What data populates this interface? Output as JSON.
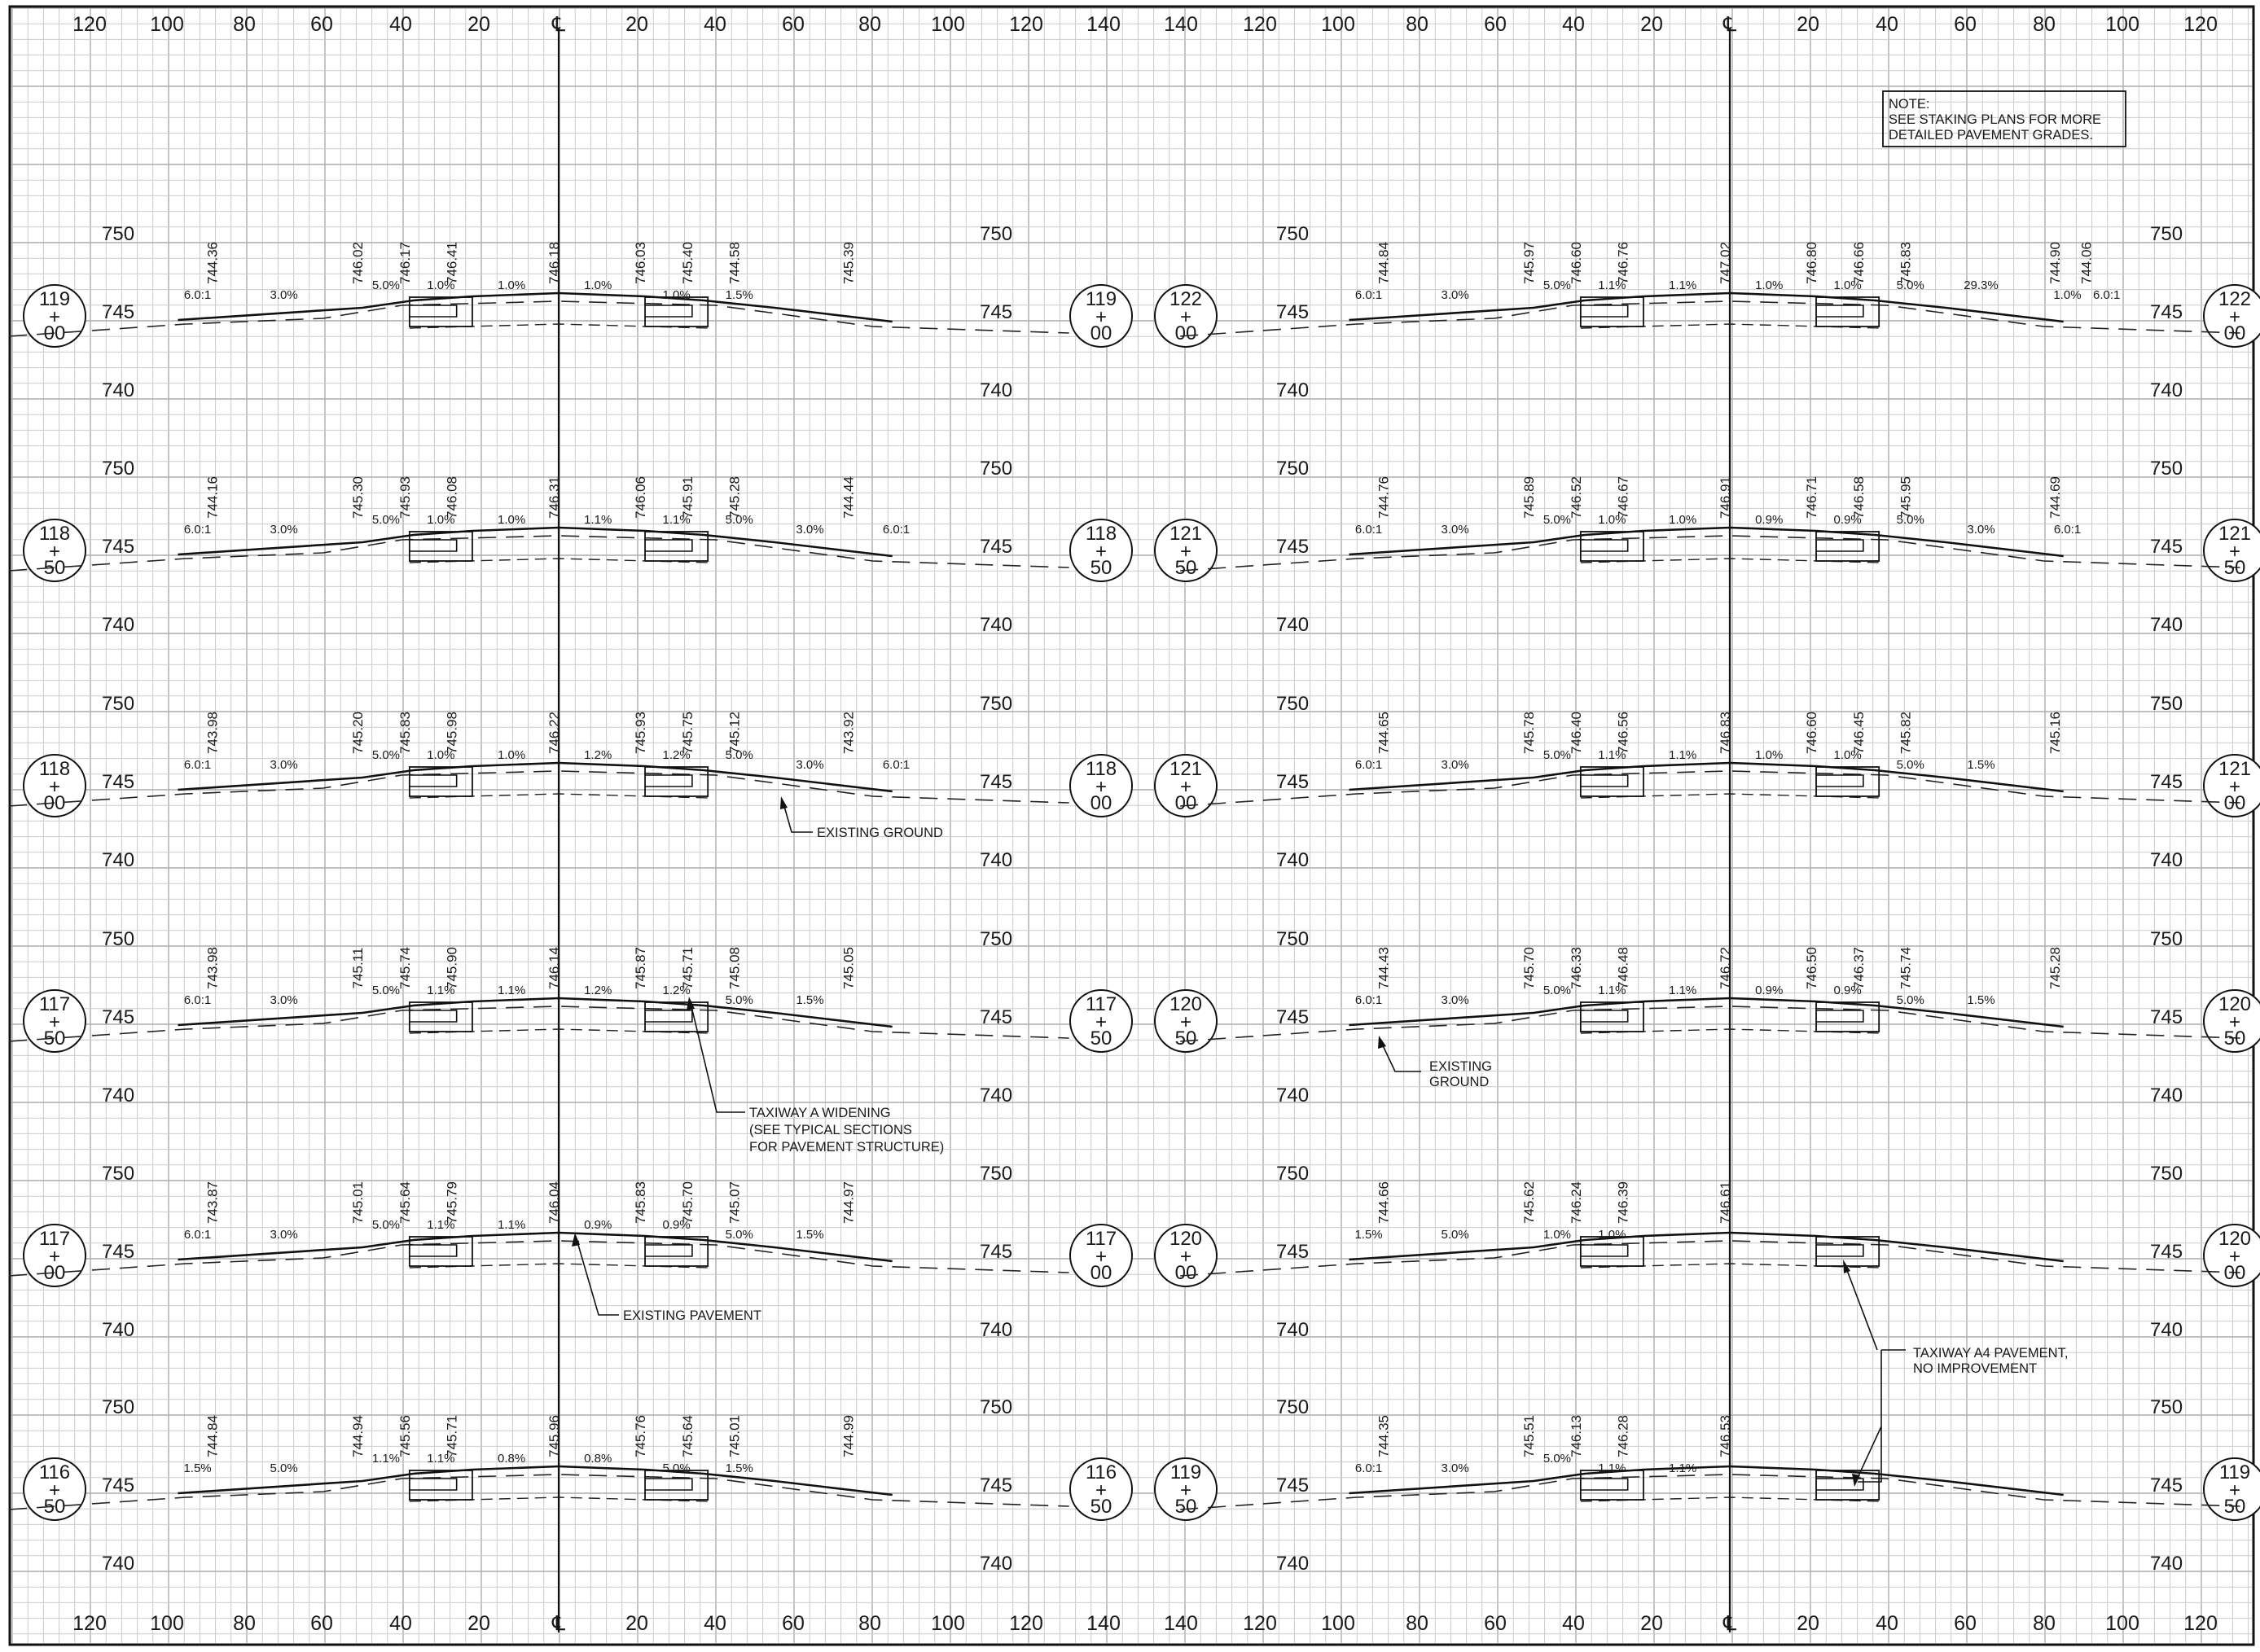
{
  "offset_scale": {
    "left_panel": [
      "120",
      "100",
      "80",
      "60",
      "40",
      "20",
      "℄",
      "20",
      "40",
      "60",
      "80",
      "100",
      "120",
      "140"
    ],
    "right_panel": [
      "140",
      "120",
      "100",
      "80",
      "60",
      "40",
      "20",
      "℄",
      "20",
      "40",
      "60",
      "80",
      "100",
      "120"
    ]
  },
  "elevation_ticks": [
    "750",
    "745",
    "740"
  ],
  "note_box": {
    "lines": [
      "NOTE:",
      "SEE STAKING PLANS FOR MORE",
      "DETAILED PAVEMENT GRADES."
    ]
  },
  "callouts": {
    "existing_ground_left": [
      "EXISTING GROUND"
    ],
    "taxiway_a_widening": [
      "TAXIWAY A WIDENING",
      "(SEE TYPICAL SECTIONS",
      "FOR PAVEMENT STRUCTURE)"
    ],
    "existing_pavement": [
      "EXISTING PAVEMENT"
    ],
    "existing_ground_right": [
      "EXISTING",
      "GROUND"
    ],
    "taxiway_a4": [
      "TAXIWAY A4 PAVEMENT,",
      "NO IMPROVEMENT"
    ]
  },
  "sections_left": [
    {
      "station": [
        "119",
        "+",
        "00"
      ],
      "spot_elevations": [
        "744.36",
        "746.02",
        "746.17",
        "746.41",
        "746.18",
        "746.03",
        "745.40",
        "744.58",
        "745.39"
      ],
      "slopes": [
        "6.0:1",
        "3.0%",
        "5.0%",
        "1.0%",
        "1.0%",
        "1.0%",
        "1.0%",
        "1.5%"
      ]
    },
    {
      "station": [
        "118",
        "+",
        "50"
      ],
      "spot_elevations": [
        "744.16",
        "745.30",
        "745.93",
        "746.08",
        "746.31",
        "746.06",
        "745.91",
        "745.28",
        "744.44"
      ],
      "slopes": [
        "6.0:1",
        "3.0%",
        "5.0%",
        "1.0%",
        "1.0%",
        "1.1%",
        "1.1%",
        "5.0%",
        "3.0%",
        "6.0:1"
      ]
    },
    {
      "station": [
        "118",
        "+",
        "00"
      ],
      "spot_elevations": [
        "743.98",
        "745.20",
        "745.83",
        "745.98",
        "746.22",
        "745.93",
        "745.75",
        "745.12",
        "743.92"
      ],
      "slopes": [
        "6.0:1",
        "3.0%",
        "5.0%",
        "1.0%",
        "1.0%",
        "1.2%",
        "1.2%",
        "5.0%",
        "3.0%",
        "6.0:1"
      ]
    },
    {
      "station": [
        "117",
        "+",
        "50"
      ],
      "spot_elevations": [
        "743.98",
        "745.11",
        "745.74",
        "745.90",
        "746.14",
        "745.87",
        "745.71",
        "745.08",
        "745.05"
      ],
      "slopes": [
        "6.0:1",
        "3.0%",
        "5.0%",
        "1.1%",
        "1.1%",
        "1.2%",
        "1.2%",
        "5.0%",
        "1.5%"
      ]
    },
    {
      "station": [
        "117",
        "+",
        "00"
      ],
      "spot_elevations": [
        "743.87",
        "745.01",
        "745.64",
        "745.79",
        "746.04",
        "745.83",
        "745.70",
        "745.07",
        "744.97"
      ],
      "slopes": [
        "6.0:1",
        "3.0%",
        "5.0%",
        "1.1%",
        "1.1%",
        "0.9%",
        "0.9%",
        "5.0%",
        "1.5%"
      ]
    },
    {
      "station": [
        "116",
        "+",
        "50"
      ],
      "spot_elevations": [
        "744.84",
        "744.94",
        "745.56",
        "745.71",
        "745.96",
        "745.76",
        "745.64",
        "745.01",
        "744.99"
      ],
      "slopes": [
        "1.5%",
        "5.0%",
        "1.1%",
        "1.1%",
        "0.8%",
        "0.8%",
        "5.0%",
        "1.5%"
      ]
    }
  ],
  "sections_right": [
    {
      "station": [
        "122",
        "+",
        "00"
      ],
      "spot_elevations": [
        "744.84",
        "745.97",
        "746.60",
        "746.76",
        "747.02",
        "746.80",
        "746.66",
        "745.83",
        "744.90",
        "744.06"
      ],
      "slopes": [
        "6.0:1",
        "3.0%",
        "5.0%",
        "1.1%",
        "1.1%",
        "1.0%",
        "1.0%",
        "5.0%",
        "29.3%",
        "1.0%",
        "6.0:1"
      ]
    },
    {
      "station": [
        "121",
        "+",
        "50"
      ],
      "spot_elevations": [
        "744.76",
        "745.89",
        "746.52",
        "746.67",
        "746.91",
        "746.71",
        "746.58",
        "745.95",
        "744.69"
      ],
      "slopes": [
        "6.0:1",
        "3.0%",
        "5.0%",
        "1.0%",
        "1.0%",
        "0.9%",
        "0.9%",
        "5.0%",
        "3.0%",
        "6.0:1"
      ]
    },
    {
      "station": [
        "121",
        "+",
        "00"
      ],
      "spot_elevations": [
        "744.65",
        "745.78",
        "746.40",
        "746.56",
        "746.83",
        "746.60",
        "746.45",
        "745.82",
        "745.16"
      ],
      "slopes": [
        "6.0:1",
        "3.0%",
        "5.0%",
        "1.1%",
        "1.1%",
        "1.0%",
        "1.0%",
        "5.0%",
        "1.5%"
      ]
    },
    {
      "station": [
        "120",
        "+",
        "50"
      ],
      "spot_elevations": [
        "744.43",
        "745.70",
        "746.33",
        "746.48",
        "746.72",
        "746.50",
        "746.37",
        "745.74",
        "745.28"
      ],
      "slopes": [
        "6.0:1",
        "3.0%",
        "5.0%",
        "1.1%",
        "1.1%",
        "0.9%",
        "0.9%",
        "5.0%",
        "1.5%"
      ]
    },
    {
      "station": [
        "120",
        "+",
        "00"
      ],
      "spot_elevations": [
        "744.66",
        "745.62",
        "746.24",
        "746.39",
        "746.61"
      ],
      "slopes": [
        "1.5%",
        "5.0%",
        "1.0%",
        "1.0%"
      ]
    },
    {
      "station": [
        "119",
        "+",
        "50"
      ],
      "spot_elevations": [
        "744.35",
        "745.51",
        "746.13",
        "746.28",
        "746.53"
      ],
      "slopes": [
        "6.0:1",
        "3.0%",
        "5.0%",
        "1.1%",
        "1.1%"
      ]
    }
  ]
}
